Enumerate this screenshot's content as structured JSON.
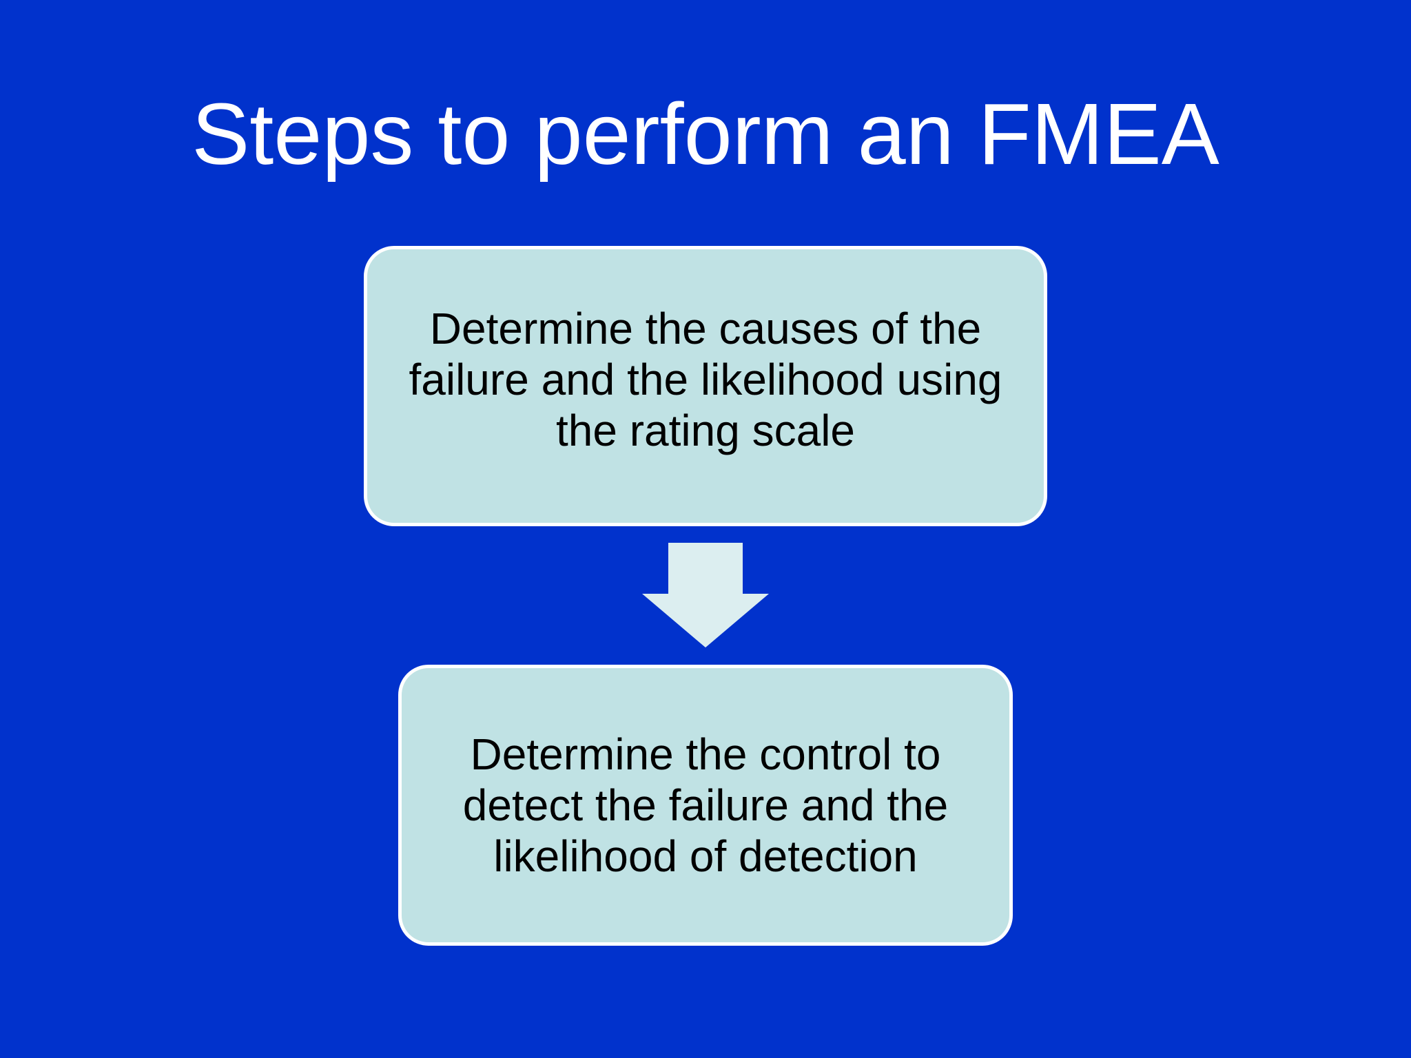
{
  "slide": {
    "title": "Steps to perform an FMEA",
    "background_color": "#0132CC",
    "box_color": "#C0E2E4",
    "arrow_color": "#DCEEF0",
    "steps": [
      {
        "text": "Determine the causes of the failure and the likelihood using the rating scale"
      },
      {
        "text": "Determine the control to detect the failure and the likelihood of detection"
      }
    ],
    "connector_icon": "down-arrow-icon"
  }
}
